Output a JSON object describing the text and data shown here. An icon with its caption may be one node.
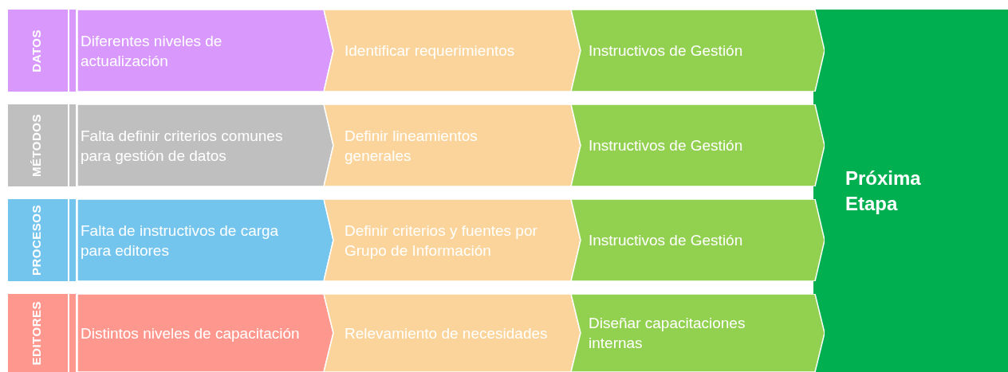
{
  "diagram": {
    "nodes": [
      {
        "text": [
          "DATOS"
        ]
      },
      {
        "text": [
          "Diferentes niveles de actualización"
        ]
      },
      {
        "text": [
          "Identificar requerimientos"
        ]
      },
      {
        "text": [
          "Instructivos de Gestión"
        ]
      },
      {
        "text": [
          "MÉTODOS"
        ]
      },
      {
        "text": [
          "Falta definir criterios comunes para gestión de datos"
        ]
      },
      {
        "text": [
          "Definir lineamientos generales"
        ]
      },
      {
        "text": [
          "Instructivos de Gestión"
        ]
      },
      {
        "text": [
          "PROCESOS"
        ]
      },
      {
        "text": [
          "Falta de instructivos de carga para editores"
        ]
      },
      {
        "text": [
          "Definir criterios y fuentes por Grupo de Información"
        ]
      },
      {
        "text": [
          "Instructivos de Gestión"
        ]
      },
      {
        "text": [
          "EDITORES"
        ]
      },
      {
        "text": [
          "Distintos niveles de capacitación"
        ]
      },
      {
        "text": [
          "Relevamiento de necesidades"
        ]
      },
      {
        "text": [
          "Diseñar capacitaciones internas"
        ]
      },
      {
        "text": [
          "Próxima Etapa"
        ]
      }
    ]
  }
}
